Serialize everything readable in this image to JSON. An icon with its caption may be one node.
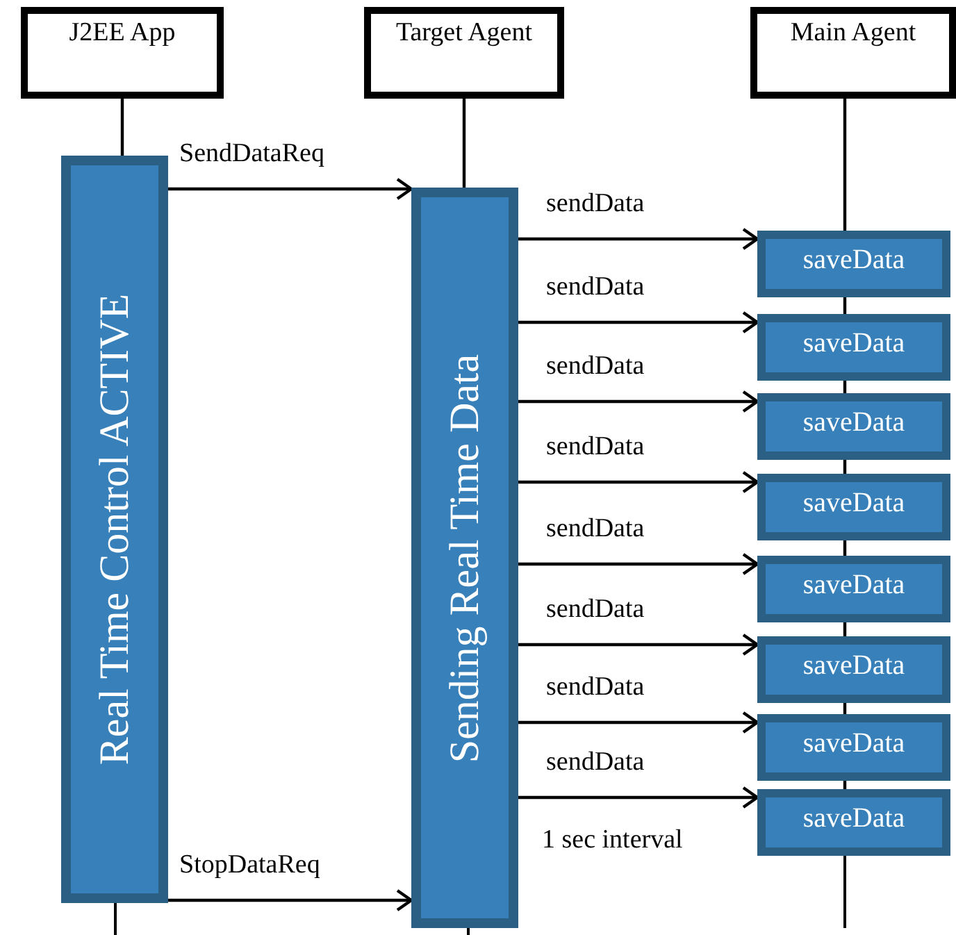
{
  "diagram": {
    "nodes": [
      {
        "text": [
          "J2EE App"
        ]
      },
      {
        "text": [
          "Target Agent"
        ]
      },
      {
        "text": [
          "Main Agent"
        ]
      },
      {
        "text": [
          "Real Time Control ACTIVE"
        ]
      },
      {
        "text": [
          "Sending Real Time Data"
        ]
      },
      {
        "text": [
          "saveData"
        ]
      },
      {
        "text": [
          "saveData"
        ]
      },
      {
        "text": [
          "saveData"
        ]
      },
      {
        "text": [
          "saveData"
        ]
      },
      {
        "text": [
          "saveData"
        ]
      },
      {
        "text": [
          "saveData"
        ]
      },
      {
        "text": [
          "saveData"
        ]
      },
      {
        "text": [
          "saveData"
        ]
      }
    ],
    "edges": [
      {
        "from": 0,
        "to": 3,
        "arrow": "none"
      },
      {
        "from": 1,
        "to": 4,
        "arrow": "none"
      },
      {
        "from": 2,
        "to": 5,
        "arrow": "none"
      },
      {
        "from": 5,
        "to": 6,
        "arrow": "none"
      },
      {
        "from": 6,
        "to": 7,
        "arrow": "none"
      },
      {
        "from": 7,
        "to": 8,
        "arrow": "none"
      },
      {
        "from": 8,
        "to": 9,
        "arrow": "none"
      },
      {
        "from": 9,
        "to": 10,
        "arrow": "none"
      },
      {
        "from": 10,
        "to": 11,
        "arrow": "none"
      },
      {
        "from": 11,
        "to": 12,
        "arrow": "none"
      },
      {
        "from": 3,
        "to": 4,
        "label": "SendDataReq",
        "arrow": "to"
      },
      {
        "from": 4,
        "to": 5,
        "label": "sendData",
        "arrow": "to"
      },
      {
        "from": 4,
        "to": 6,
        "label": "sendData",
        "arrow": "to"
      },
      {
        "from": 4,
        "to": 7,
        "label": "sendData",
        "arrow": "to"
      },
      {
        "from": 4,
        "to": 8,
        "label": "sendData",
        "arrow": "to"
      },
      {
        "from": 4,
        "to": 9,
        "label": "sendData",
        "arrow": "to"
      },
      {
        "from": 4,
        "to": 10,
        "label": "sendData",
        "arrow": "to"
      },
      {
        "from": 4,
        "to": 11,
        "label": "sendData",
        "arrow": "to"
      },
      {
        "from": 4,
        "to": 12,
        "label": "sendData",
        "arrow": "to"
      },
      {
        "from": 3,
        "to": 4,
        "label": "StopDataReq",
        "arrow": "to"
      }
    ],
    "labels": [
      "1 sec interval"
    ]
  }
}
